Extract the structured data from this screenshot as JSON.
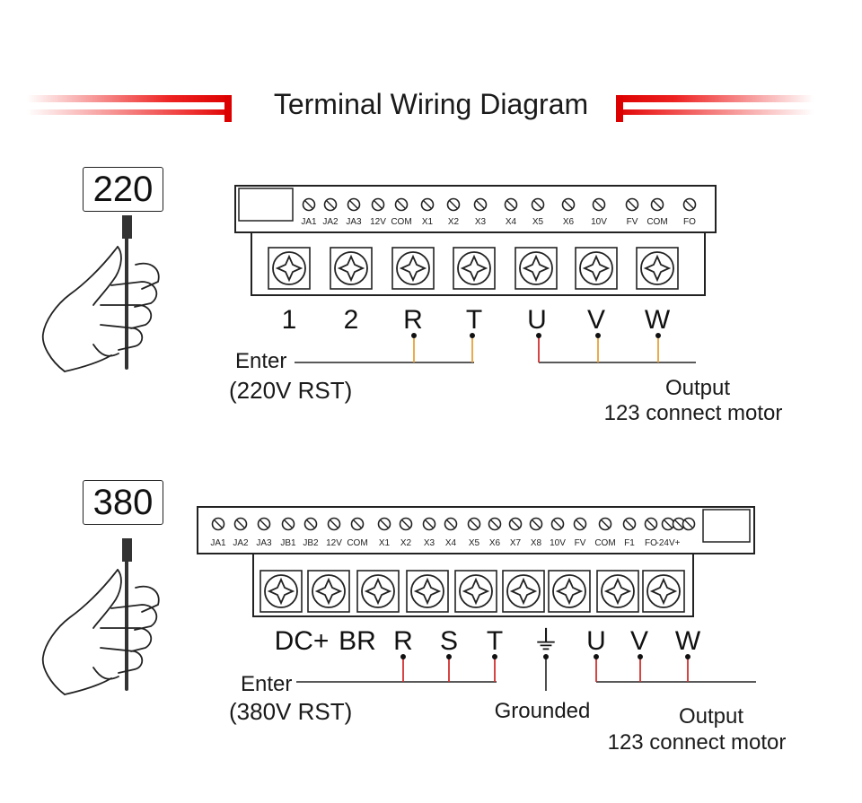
{
  "title": "Terminal Wiring Diagram",
  "colors": {
    "accent_red": "#e31b1b",
    "wire_red": "#d32f2f",
    "wire_orange": "#e8a23a",
    "ink": "#111111"
  },
  "sections": [
    {
      "voltage": "220",
      "signal_terminals": [
        "JA1",
        "JA2",
        "JA3",
        "12V",
        "COM",
        "X1",
        "X2",
        "X3",
        "X4",
        "X5",
        "X6",
        "10V",
        "FV",
        "COM",
        "FO"
      ],
      "power_terminals": [
        "1",
        "2",
        "R",
        "T",
        "U",
        "V",
        "W"
      ],
      "input_label": "Enter",
      "input_sub": "(220V RST)",
      "output_label": "Output",
      "output_sub": "123 connect motor"
    },
    {
      "voltage": "380",
      "signal_terminals": [
        "JA1",
        "JA2",
        "JA3",
        "JB1",
        "JB2",
        "12V",
        "COM",
        "X1",
        "X2",
        "X3",
        "X4",
        "X5",
        "X6",
        "X7",
        "X8",
        "10V",
        "FV",
        "COM",
        "F1",
        "FO",
        "-24V+"
      ],
      "power_terminals": [
        "DC+",
        "BR",
        "R",
        "S",
        "T",
        "⏚",
        "U",
        "V",
        "W"
      ],
      "input_label": "Enter",
      "input_sub": "(380V RST)",
      "ground_label": "Grounded",
      "output_label": "Output",
      "output_sub": "123 connect motor"
    }
  ]
}
